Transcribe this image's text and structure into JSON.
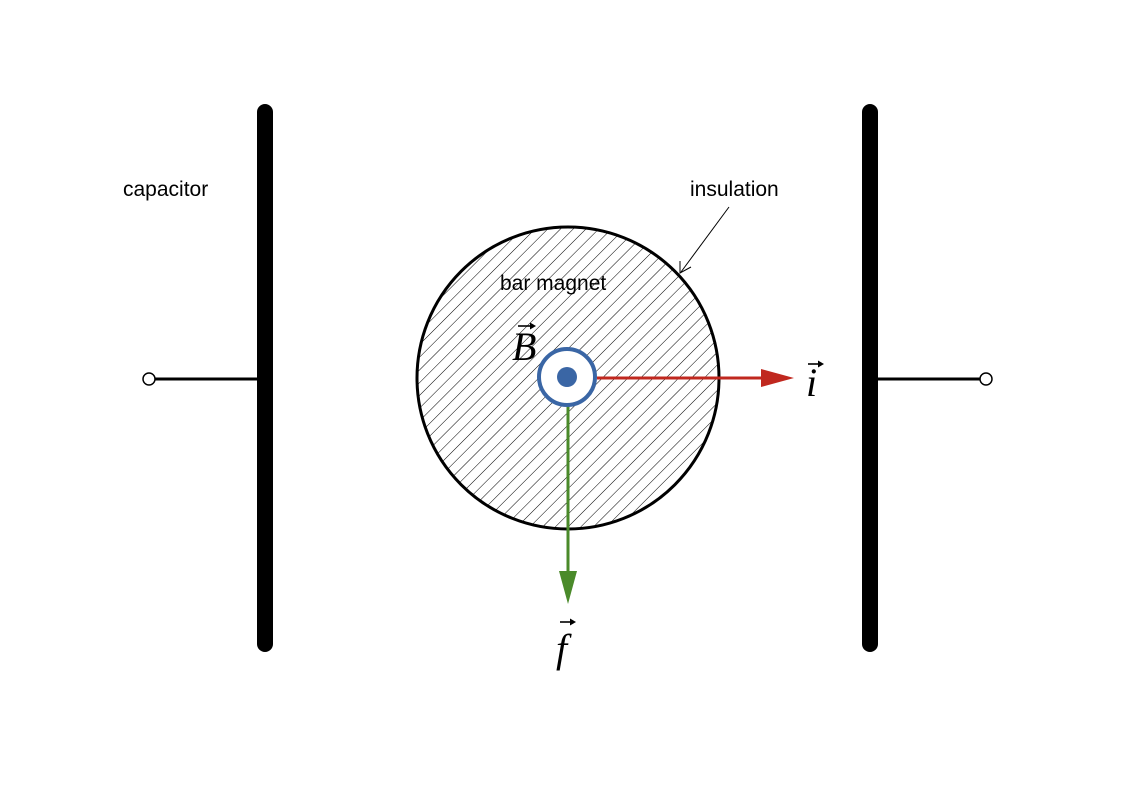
{
  "labels": {
    "capacitor": "capacitor",
    "insulation": "insulation",
    "bar_magnet": "bar magnet"
  },
  "vectors": {
    "magnetic_field": {
      "symbol": "B"
    },
    "current": {
      "symbol": "i"
    },
    "force": {
      "symbol": "f"
    }
  },
  "colors": {
    "plates": "#000000",
    "magnet_outline": "#000000",
    "hatch": "#000000",
    "field_symbol": "#3a66a5",
    "current_arrow": "#c0281f",
    "force_arrow": "#4a8a2a"
  },
  "icons": {
    "field_out_of_page": "circle-dot-icon"
  }
}
